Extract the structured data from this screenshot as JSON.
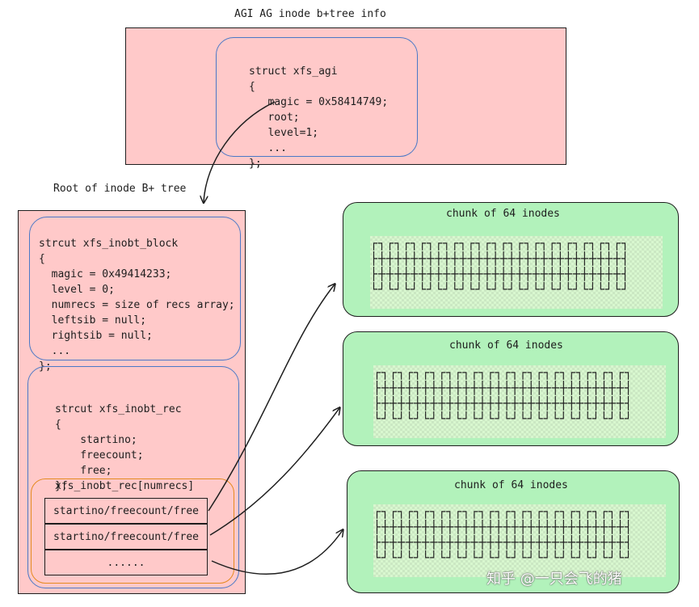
{
  "agi": {
    "title": "AGI AG inode b+tree info",
    "lines": [
      "struct xfs_agi",
      "{",
      "   magic = 0x58414749;",
      "   root;",
      "   level=1;",
      "   ...",
      "};"
    ]
  },
  "root_label": "Root of inode B+ tree",
  "block": {
    "lines": [
      "strcut xfs_inobt_block",
      "{",
      "  magic = 0x49414233;",
      "  level = 0;",
      "  numrecs = size of recs array;",
      "  leftsib = null;",
      "  rightsib = null;",
      "  ...",
      "};"
    ]
  },
  "rec": {
    "lines": [
      "strcut xfs_inobt_rec",
      "{",
      "    startino;",
      "    freecount;",
      "    free;",
      "};"
    ]
  },
  "rec_array": {
    "label": "xfs_inobt_rec[numrecs]",
    "rows": [
      "startino/freecount/free",
      "startino/freecount/free",
      "......"
    ]
  },
  "chunks": [
    {
      "title": "chunk of 64 inodes"
    },
    {
      "title": "chunk of 64 inodes"
    },
    {
      "title": "chunk of 64 inodes"
    }
  ],
  "watermark": "知乎 @一只会飞的猪"
}
